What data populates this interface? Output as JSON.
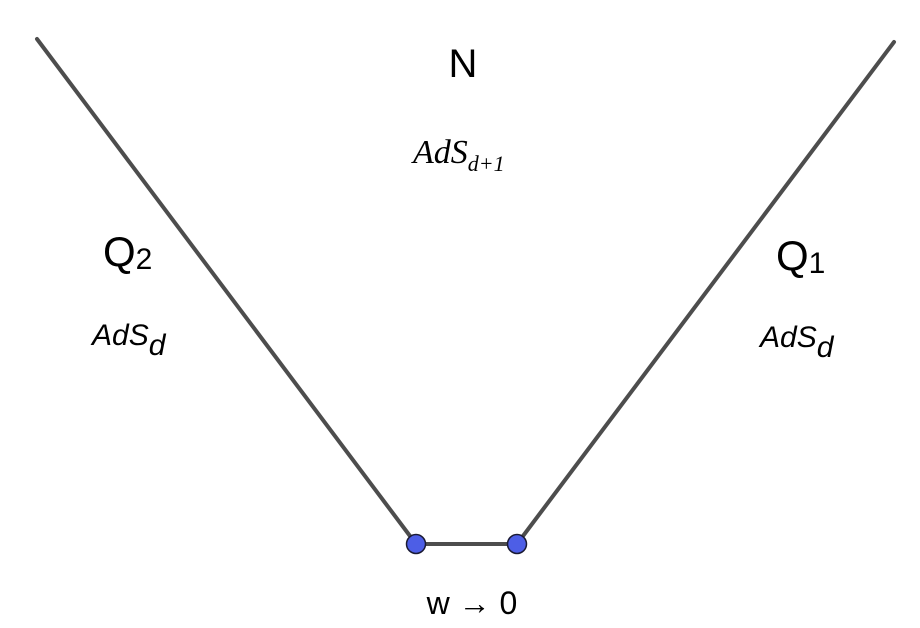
{
  "labels": {
    "bulk_name": "N",
    "bulk_space": "AdS",
    "bulk_space_sub": "d+1",
    "brane2_name": "Q",
    "brane2_index": "2",
    "brane2_space": "AdS",
    "brane2_space_sub": "d",
    "brane1_name": "Q",
    "brane1_index": "1",
    "brane1_space": "AdS",
    "brane1_space_sub": "d",
    "limit_text": "w → 0"
  },
  "colors": {
    "line": "#4d4d4d",
    "point_fill": "#4d5ee6",
    "point_stroke": "#1a1a33"
  }
}
